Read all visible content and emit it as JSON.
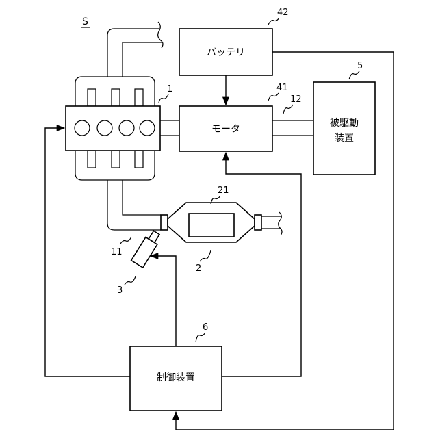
{
  "system_label": "S",
  "battery": {
    "ref": "42",
    "label": "バッテリ"
  },
  "motor": {
    "ref": "41",
    "label": "モータ"
  },
  "shaft": {
    "ref": "12"
  },
  "driven_device": {
    "ref": "5",
    "label_line1": "被駆動",
    "label_line2": "装置"
  },
  "engine": {
    "ref": "1"
  },
  "catalyst": {
    "ref": "2"
  },
  "catalyst_carrier": {
    "ref": "21"
  },
  "exhaust_pipe": {
    "ref": "11"
  },
  "sensor": {
    "ref": "3"
  },
  "controller": {
    "ref": "6",
    "label": "制御装置"
  }
}
